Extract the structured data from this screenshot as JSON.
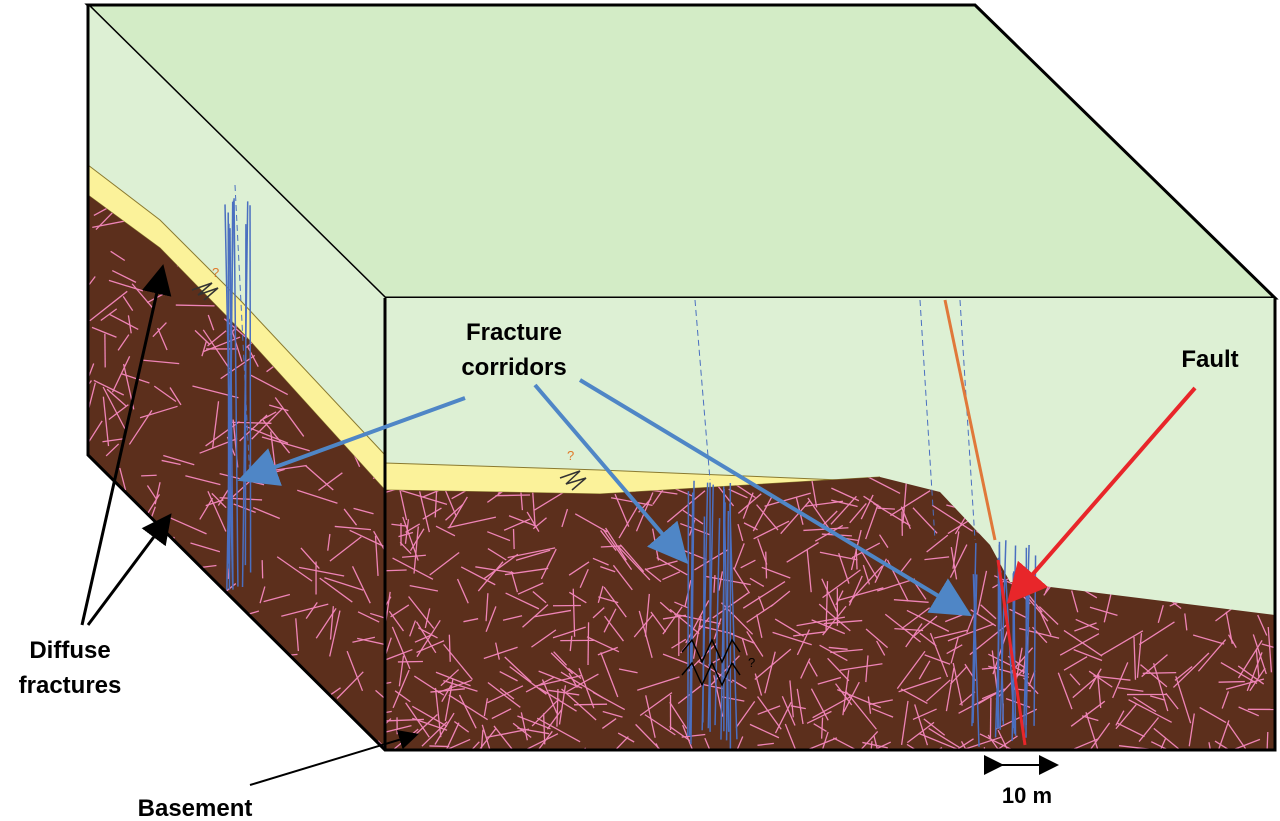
{
  "labels": {
    "fracture_corridors_line1": "Fracture",
    "fracture_corridors_line2": "corridors",
    "fault": "Fault",
    "diffuse_line1": "Diffuse",
    "diffuse_line2": "fractures",
    "basement": "Basement",
    "scale": "10 m",
    "question": "?",
    "question_dark": "?"
  },
  "colors": {
    "top_face": "#d3ecc6",
    "sediment": "#ddf0d4",
    "yellow_layer": "#fbf29a",
    "basement": "#5c2f1c",
    "diffuse_fractures": "#ef84b7",
    "corridor": "#4a6fc0",
    "arrow_blue": "#4f86c6",
    "fault": "#e8262a",
    "fault_trace": "#e0783a"
  }
}
